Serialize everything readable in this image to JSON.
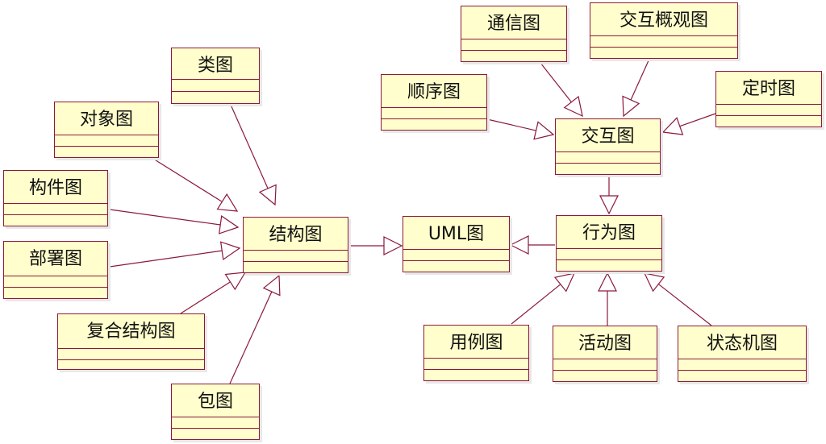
{
  "nodes": {
    "class": "类图",
    "object": "对象图",
    "component": "构件图",
    "deployment": "部署图",
    "composite": "复合结构图",
    "package": "包图",
    "structure": "结构图",
    "uml": "UML图",
    "behavior": "行为图",
    "interaction": "交互图",
    "communication": "通信图",
    "overview": "交互概观图",
    "sequence": "顺序图",
    "timing": "定时图",
    "usecase": "用例图",
    "activity": "活动图",
    "statemachine": "状态机图"
  },
  "colors": {
    "fill": "#fffecc",
    "stroke": "#8b1a3a",
    "arrowhead_fill": "#ffffff"
  },
  "edges": [
    {
      "from": "class",
      "to": "structure",
      "type": "generalization"
    },
    {
      "from": "object",
      "to": "structure",
      "type": "generalization"
    },
    {
      "from": "component",
      "to": "structure",
      "type": "generalization"
    },
    {
      "from": "deployment",
      "to": "structure",
      "type": "generalization"
    },
    {
      "from": "composite",
      "to": "structure",
      "type": "generalization"
    },
    {
      "from": "package",
      "to": "structure",
      "type": "generalization"
    },
    {
      "from": "structure",
      "to": "uml",
      "type": "generalization"
    },
    {
      "from": "behavior",
      "to": "uml",
      "type": "generalization"
    },
    {
      "from": "interaction",
      "to": "behavior",
      "type": "generalization"
    },
    {
      "from": "communication",
      "to": "interaction",
      "type": "generalization"
    },
    {
      "from": "overview",
      "to": "interaction",
      "type": "generalization"
    },
    {
      "from": "sequence",
      "to": "interaction",
      "type": "generalization"
    },
    {
      "from": "timing",
      "to": "interaction",
      "type": "generalization"
    },
    {
      "from": "usecase",
      "to": "behavior",
      "type": "generalization"
    },
    {
      "from": "activity",
      "to": "behavior",
      "type": "generalization"
    },
    {
      "from": "statemachine",
      "to": "behavior",
      "type": "generalization"
    }
  ]
}
